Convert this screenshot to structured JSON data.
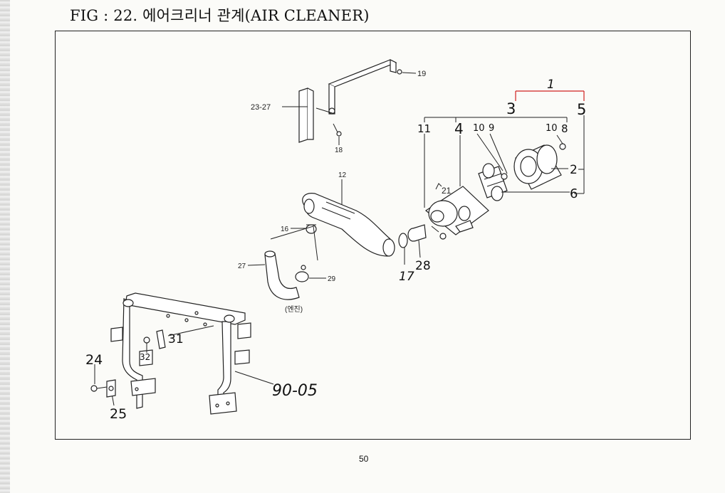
{
  "page": {
    "title": "FIG : 22. 에어크리너 관계(AIR CLEANER)",
    "page_number": "50"
  },
  "callouts": {
    "c1": "1",
    "c3": "3",
    "c5": "5",
    "c11": "11",
    "c4": "4",
    "c10a": "10",
    "c9": "9",
    "c10b": "10",
    "c8": "8",
    "c2": "2",
    "c6": "6",
    "c21": "21",
    "c12": "12",
    "c16": "16",
    "c27": "27",
    "c29": "29",
    "c17": "17",
    "c28": "28",
    "c19": "19",
    "c23_27": "23-27",
    "c18": "18",
    "c24": "24",
    "c25": "25",
    "c31": "31",
    "c32": "32",
    "c90_05": "90-05",
    "engine_note": "(엔진)"
  },
  "colors": {
    "line": "#222222",
    "bracket_accent": "#d02020",
    "paper": "#fbfbf8"
  }
}
